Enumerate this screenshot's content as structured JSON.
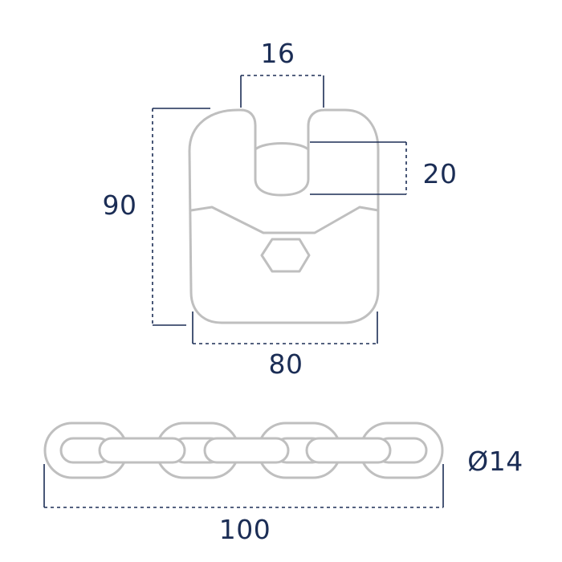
{
  "diagram": {
    "top_part": {
      "width_dim": "80",
      "height_dim": "90",
      "slot_width_dim": "16",
      "slot_depth_dim": "20"
    },
    "chain": {
      "length_dim": "100",
      "diameter_dim": "Ø14"
    }
  },
  "colors": {
    "outline": "#bfbfbf",
    "dimension": "#1b2d55",
    "background": "#ffffff"
  }
}
